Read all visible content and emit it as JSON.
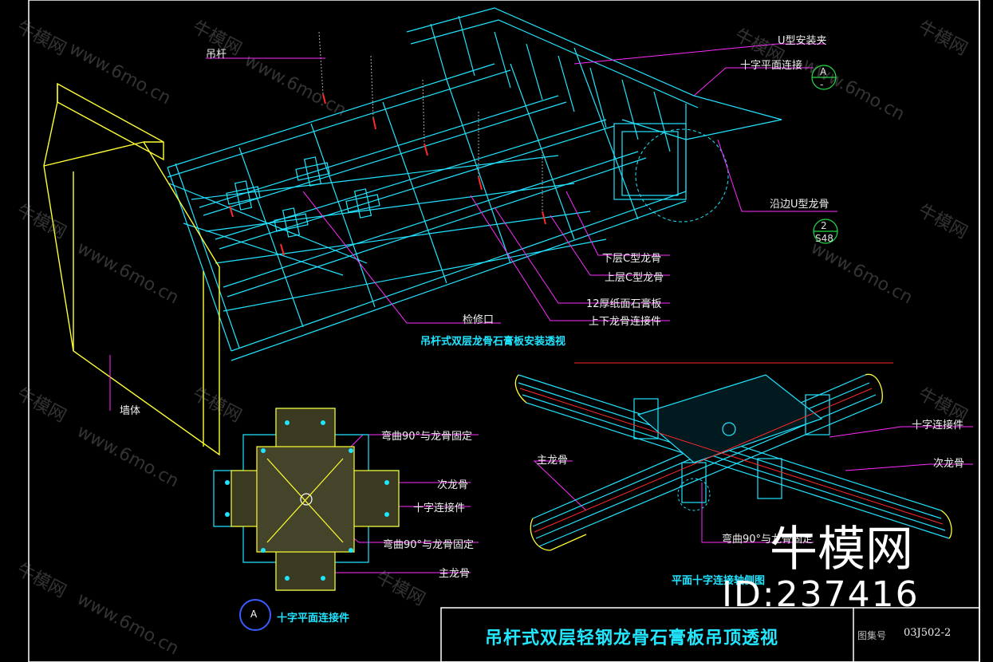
{
  "labels": {
    "hanger": "吊杆",
    "u_clip": "U型安装夹",
    "cross_conn_top": "十字平面连接",
    "edge_u_keel": "沿边U型龙骨",
    "lower_c_keel": "下层C型龙骨",
    "upper_c_keel": "上层C型龙骨",
    "gypsum_board": "12厚纸面石膏板",
    "upper_lower_conn": "上下龙骨连接件",
    "access_door": "检修口",
    "wall": "墙体",
    "bend_fix_1": "弯曲90°与龙骨固定",
    "secondary_keel_left": "次龙骨",
    "cross_connector_left": "十字连接件",
    "bend_fix_2": "弯曲90°与龙骨固定",
    "main_keel_left": "主龙骨",
    "cross_connector_right": "十字连接件",
    "main_keel_right": "主龙骨",
    "secondary_keel_right": "次龙骨",
    "bend_fix_right": "弯曲90°与龙骨固定"
  },
  "refs": {
    "a_letter": "A",
    "a_sheet": "-",
    "b_letter": "2",
    "b_sheet": "S48",
    "plan_a": "A"
  },
  "captions": {
    "main_view": "吊杆式双层龙骨石膏板安装透视",
    "plan_view": "十字平面连接件",
    "axon_view": "平面十字连接轴侧图"
  },
  "title_block": {
    "title": "吊杆式双层轻钢龙骨石膏板吊顶透视",
    "atlas_label": "图集号",
    "atlas_no": "03J502-2"
  },
  "watermark": {
    "brand": "牛模网",
    "id": "ID:237416",
    "repeat_cn": "牛模网",
    "repeat_url": "www.6mo.cn"
  },
  "colors": {
    "cyan": "#21e4ff",
    "yellow": "#ffff33",
    "magenta": "#ff2bff",
    "red": "#ff2a2a",
    "blue": "#3a5cff",
    "white": "#f0f0f0"
  }
}
